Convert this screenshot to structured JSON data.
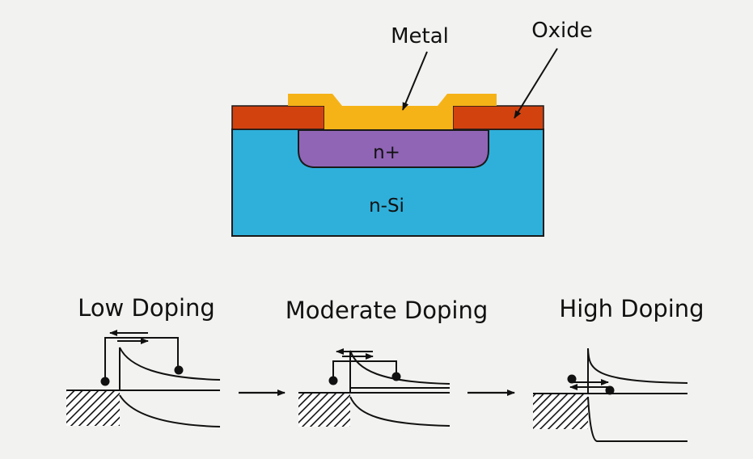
{
  "structure": {
    "labels": {
      "metal": "Metal",
      "oxide": "Oxide",
      "n_plus": "n+",
      "substrate": "n-Si"
    },
    "colors": {
      "metal": "#f6b318",
      "oxide": "#d2420f",
      "n_plus": "#9065b5",
      "substrate": "#2fb0db",
      "outline": "#1a1a1a"
    }
  },
  "band_diagrams": {
    "panels": [
      {
        "title": "Low Doping"
      },
      {
        "title": "Moderate Doping"
      },
      {
        "title": "High Doping"
      }
    ],
    "line_color": "#111111"
  }
}
